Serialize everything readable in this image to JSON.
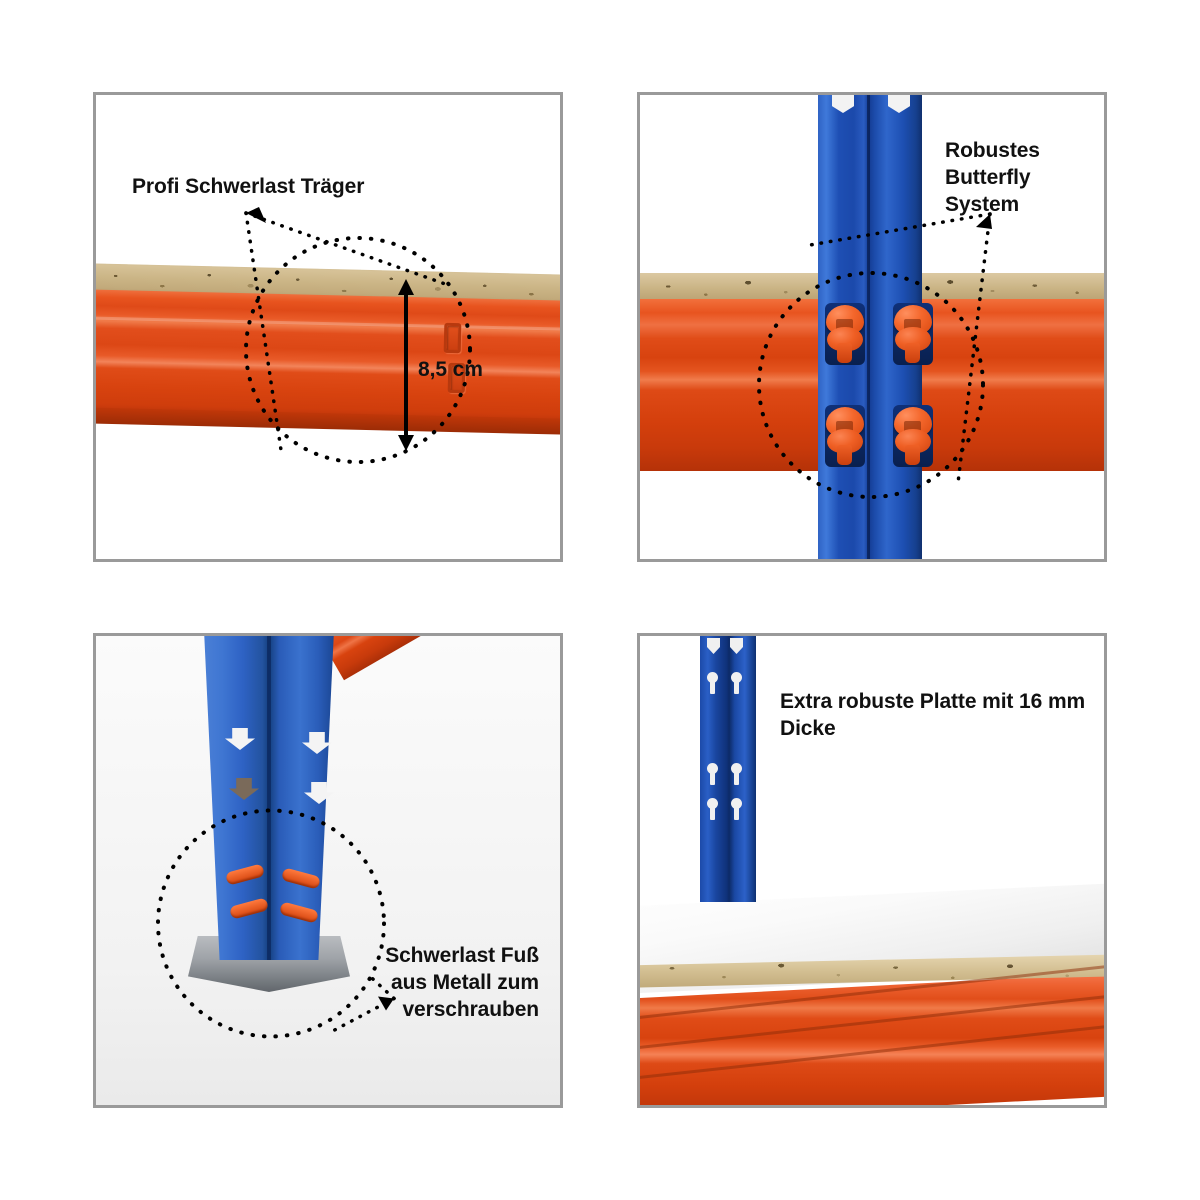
{
  "page": {
    "title": "Schwerlastregal Produktdetails",
    "background_color": "#ffffff",
    "panel_border_color": "#9a9a9a"
  },
  "colors": {
    "orange_beam": "#e8541f",
    "orange_beam_dark": "#b9340a",
    "blue_upright": "#1e4fb4",
    "blue_upright_dark": "#0e2f70",
    "chipboard": "#cbb586",
    "metal_foot": "#9fa3a8",
    "callout_text": "#111111",
    "panel_border": "#9a9a9a"
  },
  "panels": [
    {
      "id": "beam-height",
      "position": "top-left",
      "callout": "Profi Schwerlast Träger",
      "dimension_label": "8,5 cm",
      "annotation": {
        "type": "dotted-circle-with-leader",
        "highlight": "beam-profile-slots"
      }
    },
    {
      "id": "butterfly-system",
      "position": "top-right",
      "callout": "Robustes\nButterfly System",
      "annotation": {
        "type": "dotted-circle-with-leader",
        "highlight": "butterfly-clips",
        "clip_count": 4
      }
    },
    {
      "id": "metal-foot",
      "position": "bottom-left",
      "callout": "Schwerlast Fuß\naus Metall zum\nverschrauben",
      "annotation": {
        "type": "dotted-circle-with-leader",
        "highlight": "upright-foot-plate"
      }
    },
    {
      "id": "board-thickness",
      "position": "bottom-right",
      "callout": "Extra robuste Platte mit 16 mm Dicke",
      "annotation": {
        "type": "none",
        "highlight": "shelf-board-edge"
      }
    }
  ]
}
